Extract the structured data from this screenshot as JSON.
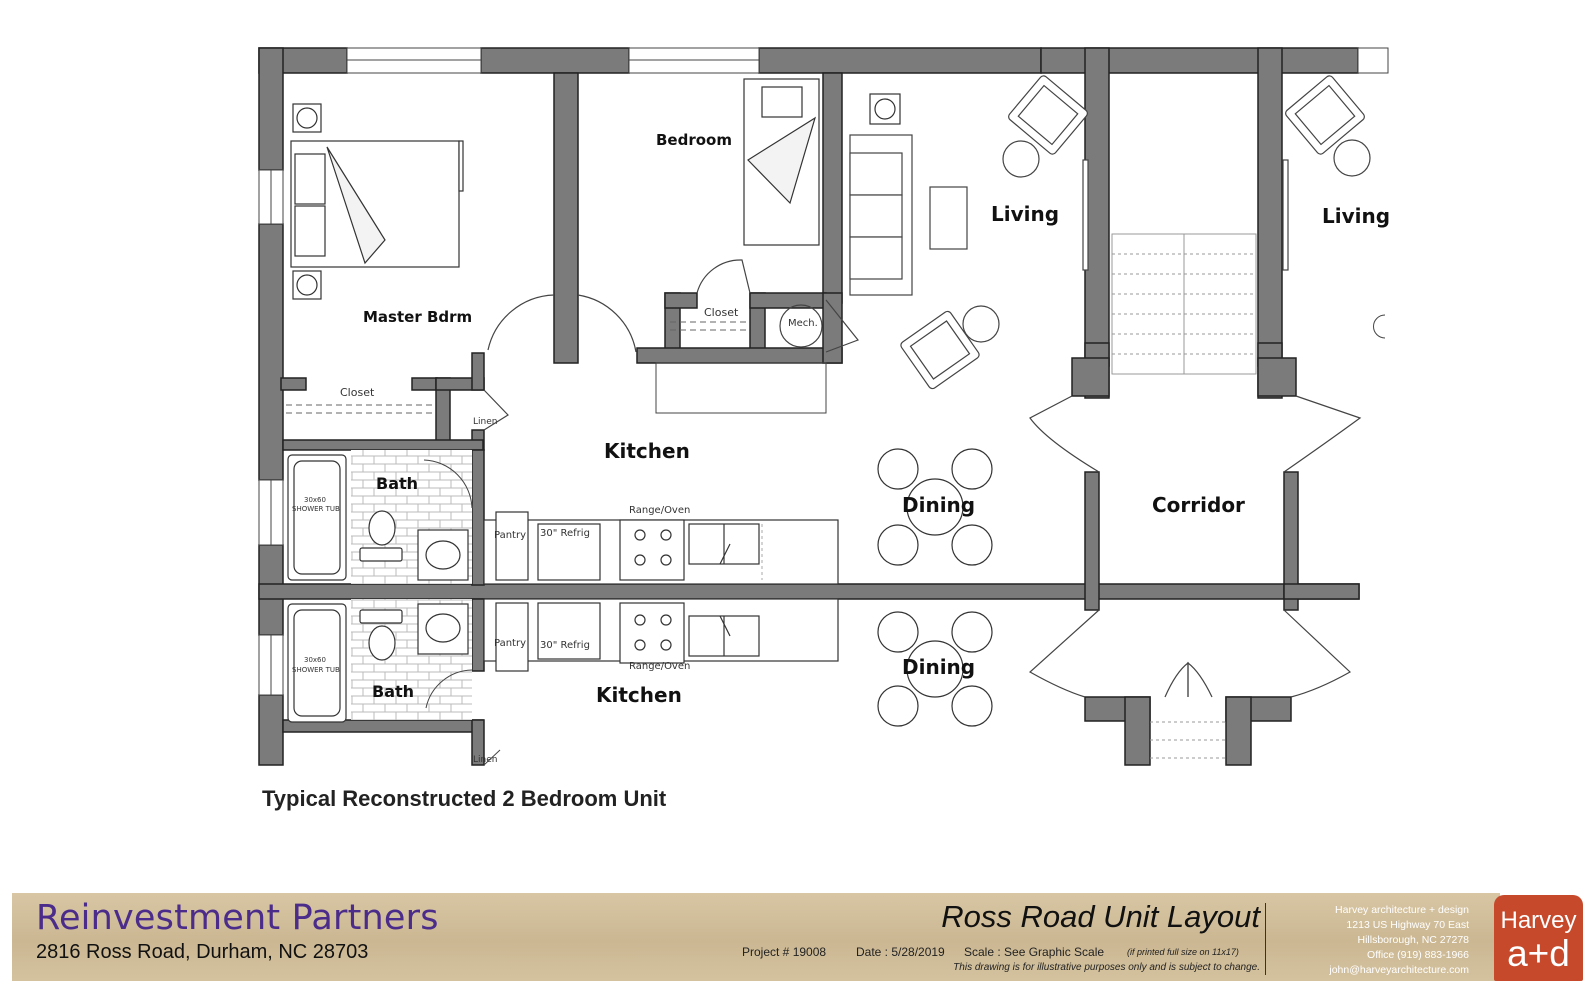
{
  "plan": {
    "rooms": {
      "master_bdrm": "Master Bdrm",
      "bedroom": "Bedroom",
      "living_left": "Living",
      "living_right": "Living",
      "kitchen_top": "Kitchen",
      "kitchen_bottom": "Kitchen",
      "bath_top": "Bath",
      "bath_bottom": "Bath",
      "dining_top": "Dining",
      "dining_bottom": "Dining",
      "corridor": "Corridor"
    },
    "labels": {
      "closet_master": "Closet",
      "closet_bedroom": "Closet",
      "mech": "Mech.",
      "linen_top": "Linen",
      "linen_bottom": "Linen",
      "pantry_top": "Pantry",
      "pantry_bottom": "Pantry",
      "refrig_top": "30\" Refrig",
      "refrig_bottom": "30\" Refrig",
      "range_top": "Range/Oven",
      "range_bottom": "Range/Oven",
      "tub_top_line1": "30x60",
      "tub_top_line2": "SHOWER TUB",
      "tub_bottom_line1": "30x60",
      "tub_bottom_line2": "SHOWER TUB"
    },
    "caption": "Typical Reconstructed 2 Bedroom Unit"
  },
  "titleblock": {
    "client": "Reinvestment Partners",
    "address": "2816 Ross Road, Durham, NC 28703",
    "sheet_title": "Ross Road Unit Layout",
    "project": "Project # 19008",
    "date": "Date : 5/28/2019",
    "scale": "Scale :  See Graphic Scale",
    "scale_note": "(if printed full size on 11x17)",
    "disclaimer": "This drawing is for illustrative purposes only and is subject to change.",
    "firm": {
      "name": "Harvey architecture + design",
      "street": "1213 US Highway 70 East",
      "city": "Hillsborough, NC 27278",
      "phone": "Office (919) 883-1966",
      "email": "john@harveyarchitecture.com"
    },
    "logo_top": "Harvey",
    "logo_bottom": "a+d",
    "colors": {
      "client": "#4b2c8a",
      "logo": "#c6492b",
      "wall": "#7b7b7b"
    }
  }
}
